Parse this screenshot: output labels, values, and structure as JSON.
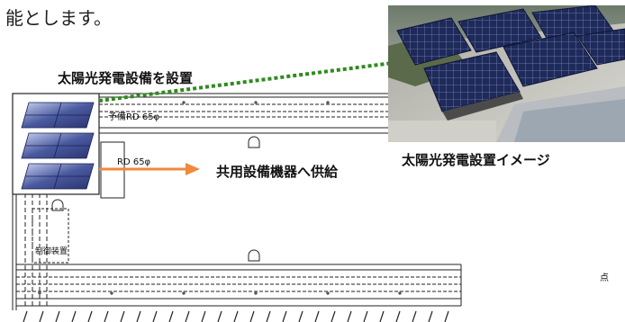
{
  "intro_text": "能とします。",
  "install_title": "太陽光発電設備を設置",
  "supply_label": "共用設備機器へ供給",
  "photo_caption": "太陽光発電設置イメージ",
  "plan_labels": {
    "spare_pipe": "予備RD 65φ",
    "pipe": "RD 65φ",
    "device": "制御装置",
    "right_mark": "点"
  },
  "colors": {
    "install_dots": "#2e8b1e",
    "supply_arrow": "#f0893c",
    "panel": "#4a5aa0"
  }
}
